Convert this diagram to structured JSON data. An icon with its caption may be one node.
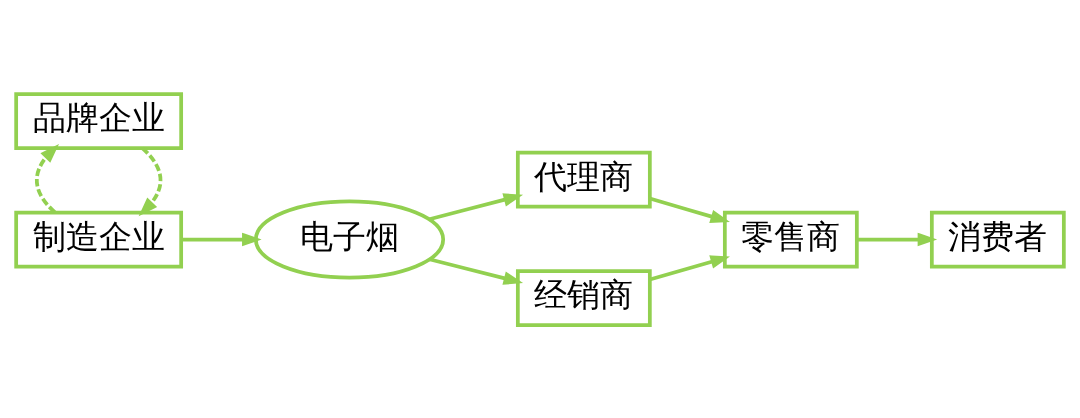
{
  "diagram": {
    "nodes": [
      {
        "text": [
          "品牌企业"
        ]
      },
      {
        "text": [
          "制造企业"
        ]
      },
      {
        "text": [
          "电子烟"
        ]
      },
      {
        "text": [
          "代理商"
        ]
      },
      {
        "text": [
          "经销商"
        ]
      },
      {
        "text": [
          "零售商"
        ]
      },
      {
        "text": [
          "消费者"
        ]
      }
    ],
    "edges": [
      {
        "from": 0,
        "to": 1,
        "arrow": "to",
        "style": "dashed"
      },
      {
        "from": 1,
        "to": 0,
        "arrow": "to",
        "style": "dashed"
      },
      {
        "from": 1,
        "to": 2,
        "arrow": "to"
      },
      {
        "from": 2,
        "to": 3,
        "arrow": "to"
      },
      {
        "from": 2,
        "to": 4,
        "arrow": "to"
      },
      {
        "from": 3,
        "to": 5,
        "arrow": "to"
      },
      {
        "from": 4,
        "to": 5,
        "arrow": "to"
      },
      {
        "from": 5,
        "to": 6,
        "arrow": "to"
      }
    ]
  }
}
